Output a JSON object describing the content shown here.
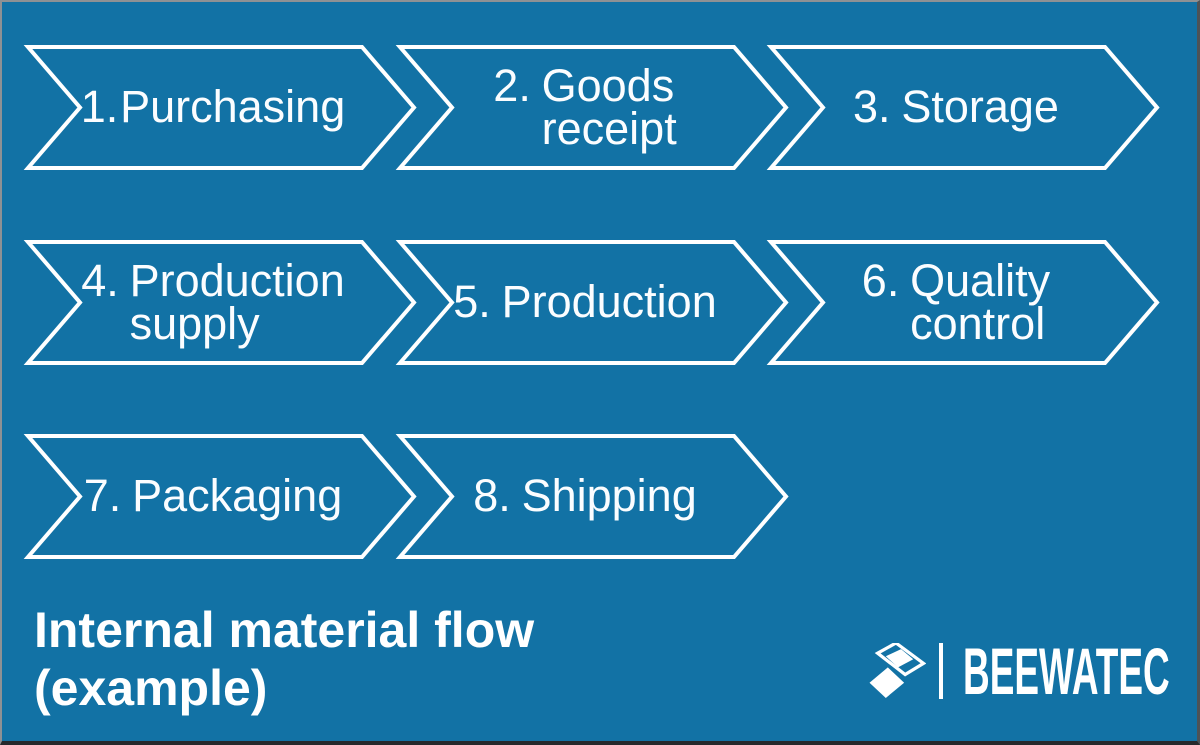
{
  "colors": {
    "background": "#1272a5",
    "outline": "#ffffff",
    "text": "#ffffff"
  },
  "steps": [
    {
      "num": "1.",
      "text": "Purchasing"
    },
    {
      "num": "2.",
      "text": "Goods\nreceipt"
    },
    {
      "num": "3.",
      "text": "Storage"
    },
    {
      "num": "4.",
      "text": "Production\nsupply"
    },
    {
      "num": "5.",
      "text": "Production"
    },
    {
      "num": "6.",
      "text": "Quality\ncontrol"
    },
    {
      "num": "7.",
      "text": "Packaging"
    },
    {
      "num": "8.",
      "text": "Shipping"
    }
  ],
  "title": "Internal material flow\n(example)",
  "logo": {
    "brand": "BEEWATEC"
  }
}
